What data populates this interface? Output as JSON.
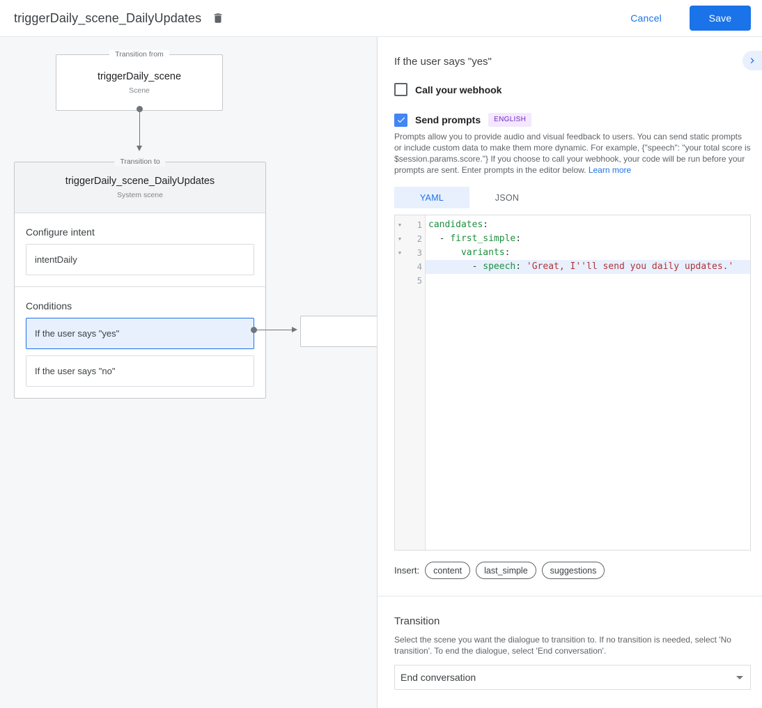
{
  "topbar": {
    "title": "triggerDaily_scene_DailyUpdates",
    "delete_icon": "trash-icon",
    "cancel_label": "Cancel",
    "save_label": "Save"
  },
  "diagram": {
    "from": {
      "legend": "Transition from",
      "name": "triggerDaily_scene",
      "subtitle": "Scene"
    },
    "to": {
      "legend": "Transition to",
      "name": "triggerDaily_scene_DailyUpdates",
      "subtitle": "System scene"
    },
    "intent": {
      "label": "Configure intent",
      "value": "intentDaily"
    },
    "conditions": {
      "label": "Conditions",
      "items": [
        {
          "text": "If the user says \"yes\"",
          "selected": true
        },
        {
          "text": "If the user says \"no\"",
          "selected": false
        }
      ]
    },
    "target_node": {
      "text": ""
    }
  },
  "panel": {
    "title": "If the user says \"yes\"",
    "collapse_icon": "chevron-right-icon",
    "webhook": {
      "label": "Call your webhook",
      "checked": false
    },
    "prompts": {
      "label": "Send prompts",
      "checked": true,
      "badge": "ENGLISH",
      "description": "Prompts allow you to provide audio and visual feedback to users. You can send static prompts or include custom data to make them more dynamic. For example, {\"speech\": \"your total score is $session.params.score.\"} If you choose to call your webhook, your code will be run before your prompts are sent. Enter prompts in the editor below. ",
      "learn_more": "Learn more"
    },
    "editor_tabs": [
      {
        "label": "YAML",
        "active": true
      },
      {
        "label": "JSON",
        "active": false
      }
    ],
    "editor": {
      "lines": [
        {
          "num": "1",
          "fold": true,
          "highlight": false,
          "tokens": [
            {
              "t": "candidates",
              "c": "key"
            },
            {
              "t": ":",
              "c": "plain"
            }
          ]
        },
        {
          "num": "2",
          "fold": true,
          "highlight": false,
          "tokens": [
            {
              "t": "  - ",
              "c": "plain"
            },
            {
              "t": "first_simple",
              "c": "key"
            },
            {
              "t": ":",
              "c": "plain"
            }
          ]
        },
        {
          "num": "3",
          "fold": true,
          "highlight": false,
          "tokens": [
            {
              "t": "      ",
              "c": "plain"
            },
            {
              "t": "variants",
              "c": "key"
            },
            {
              "t": ":",
              "c": "plain"
            }
          ]
        },
        {
          "num": "4",
          "fold": false,
          "highlight": true,
          "tokens": [
            {
              "t": "        - ",
              "c": "plain"
            },
            {
              "t": "speech",
              "c": "key"
            },
            {
              "t": ": ",
              "c": "plain"
            },
            {
              "t": "'Great, I''ll send you daily updates.'",
              "c": "str"
            }
          ]
        },
        {
          "num": "5",
          "fold": false,
          "highlight": false,
          "tokens": []
        }
      ]
    },
    "insert": {
      "label": "Insert:",
      "chips": [
        "content",
        "last_simple",
        "suggestions"
      ]
    },
    "transition": {
      "title": "Transition",
      "description": "Select the scene you want the dialogue to transition to. If no transition is needed, select 'No transition'. To end the dialogue, select 'End conversation'.",
      "selected": "End conversation"
    }
  },
  "colors": {
    "accent": "#1a73e8",
    "canvas_bg": "#f6f7f9",
    "selected_condition_bg": "#e3ecfc",
    "badge_bg": "#f3e8fd",
    "badge_fg": "#7627c7"
  }
}
